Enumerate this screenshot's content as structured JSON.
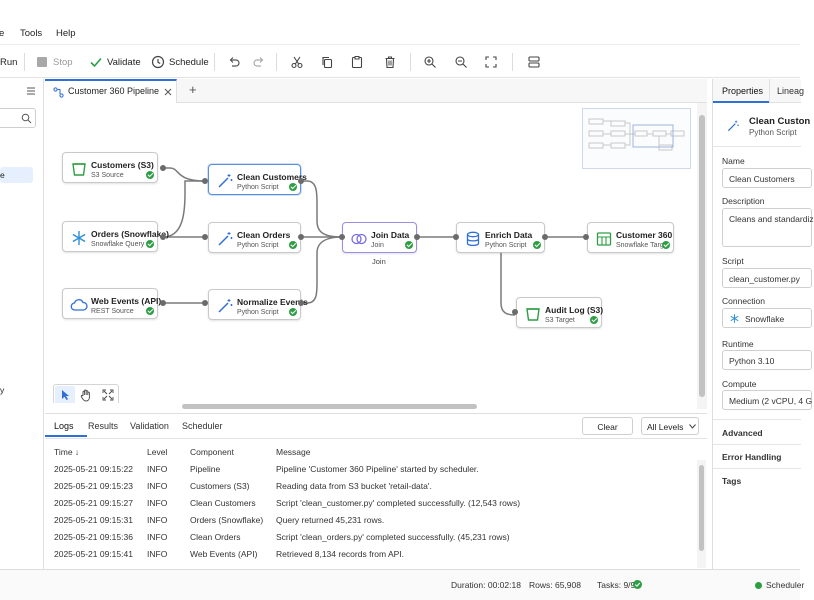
{
  "menu": {
    "items": [
      "e",
      "Tools",
      "Help"
    ]
  },
  "toolbar": {
    "run": "Run",
    "stop": "Stop",
    "validate": "Validate",
    "schedule": "Schedule"
  },
  "tab": {
    "title": "Customer 360 Pipeline",
    "add": "+"
  },
  "sidebar": {
    "selected_fragment": "e",
    "bottom_fragment": "y"
  },
  "nodes": {
    "customers_s3": {
      "title": "Customers (S3)",
      "sub": "S3 Source"
    },
    "orders_sf": {
      "title": "Orders (Snowflake)",
      "sub": "Snowflake Query"
    },
    "web_events": {
      "title": "Web Events (API)",
      "sub": "REST Source"
    },
    "clean_customers": {
      "title": "Clean Customers",
      "sub": "Python Script"
    },
    "clean_orders": {
      "title": "Clean Orders",
      "sub": "Python Script"
    },
    "normalize_events": {
      "title": "Normalize Events",
      "sub": "Python Script"
    },
    "join_data": {
      "title": "Join Data",
      "sub": "Join",
      "caption": "Join"
    },
    "enrich_data": {
      "title": "Enrich Data",
      "sub": "Python Script"
    },
    "customer_360": {
      "title": "Customer 360",
      "sub": "Snowflake Target"
    },
    "audit_log": {
      "title": "Audit Log (S3)",
      "sub": "S3 Target"
    }
  },
  "logs": {
    "tabs": [
      "Logs",
      "Results",
      "Validation",
      "Scheduler"
    ],
    "clear": "Clear",
    "level_filter": "All Levels",
    "headers": {
      "time": "Time ↓",
      "level": "Level",
      "component": "Component",
      "message": "Message"
    },
    "rows": [
      {
        "time": "2025-05-21 09:15:22",
        "level": "INFO",
        "component": "Pipeline",
        "message": "Pipeline 'Customer 360 Pipeline' started by scheduler."
      },
      {
        "time": "2025-05-21 09:15:23",
        "level": "INFO",
        "component": "Customers (S3)",
        "message": "Reading data from S3 bucket 'retail-data'."
      },
      {
        "time": "2025-05-21 09:15:27",
        "level": "INFO",
        "component": "Clean Customers",
        "message": "Script 'clean_customer.py' completed successfully. (12,543 rows)"
      },
      {
        "time": "2025-05-21 09:15:31",
        "level": "INFO",
        "component": "Orders (Snowflake)",
        "message": "Query returned 45,231 rows."
      },
      {
        "time": "2025-05-21 09:15:36",
        "level": "INFO",
        "component": "Clean Orders",
        "message": "Script 'clean_orders.py' completed successfully. (45,231 rows)"
      },
      {
        "time": "2025-05-21 09:15:41",
        "level": "INFO",
        "component": "Web Events (API)",
        "message": "Retrieved 8,134 records from API."
      }
    ]
  },
  "properties": {
    "tabs": [
      "Properties",
      "Lineag"
    ],
    "node_title": "Clean Custon",
    "node_sub": "Python Script",
    "name_label": "Name",
    "name_value": "Clean Customers",
    "desc_label": "Description",
    "desc_value": "Cleans and standardiz",
    "script_label": "Script",
    "script_value": "clean_customer.py",
    "conn_label": "Connection",
    "conn_value": "Snowflake",
    "runtime_label": "Runtime",
    "runtime_value": "Python 3.10",
    "compute_label": "Compute",
    "compute_value": "Medium (2 vCPU, 4 G",
    "sections": [
      "Advanced",
      "Error Handling",
      "Tags"
    ]
  },
  "status": {
    "duration": "Duration: 00:02:18",
    "rows": "Rows: 65,908",
    "tasks": "Tasks: 9/9",
    "scheduler": "Scheduler"
  },
  "colors": {
    "accent": "#2f6fd6",
    "success": "#2e9e44",
    "join": "#7a6ee0"
  }
}
